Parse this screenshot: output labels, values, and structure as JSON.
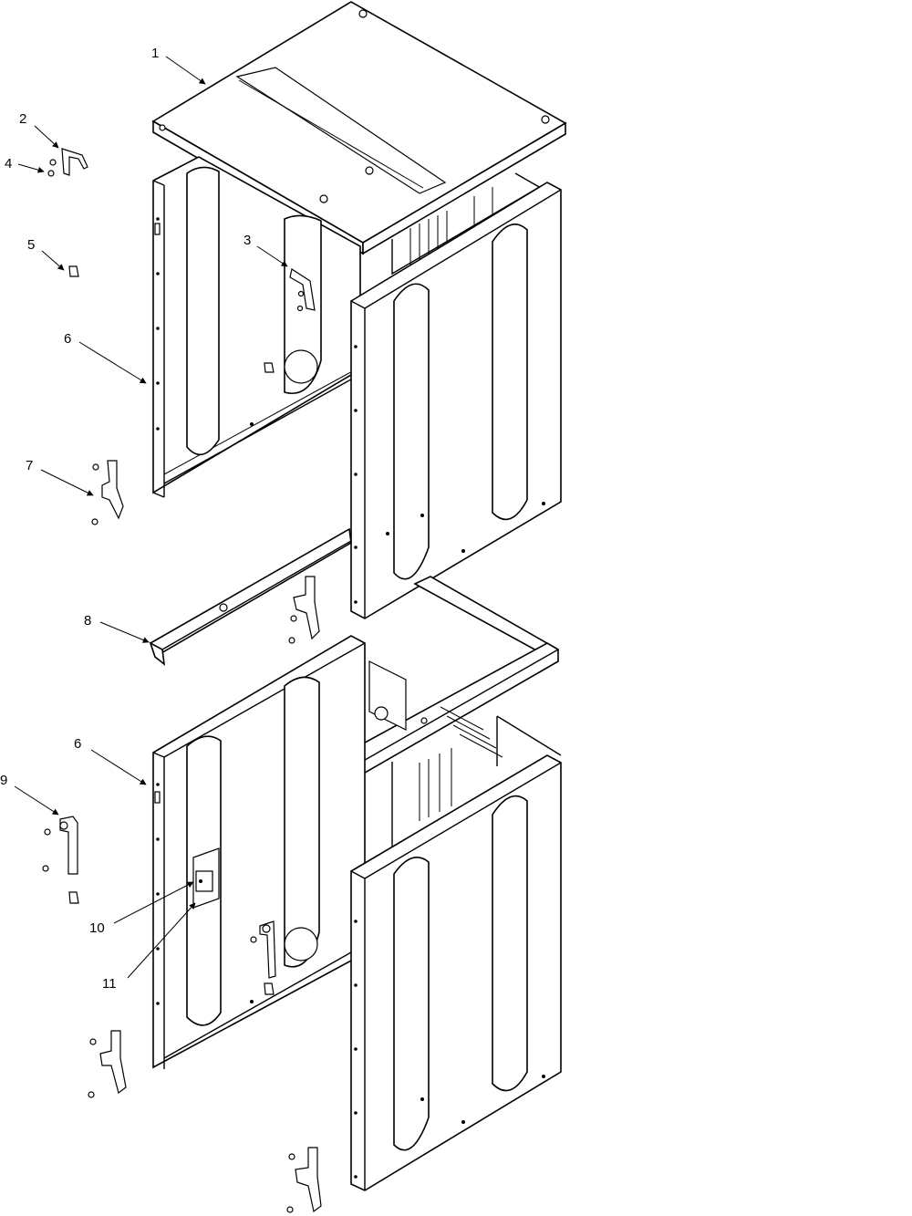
{
  "callouts": [
    {
      "id": "c1",
      "label": "1"
    },
    {
      "id": "c2",
      "label": "2"
    },
    {
      "id": "c3",
      "label": "3"
    },
    {
      "id": "c4",
      "label": "4"
    },
    {
      "id": "c5",
      "label": "5"
    },
    {
      "id": "c6a",
      "label": "6"
    },
    {
      "id": "c7",
      "label": "7"
    },
    {
      "id": "c8",
      "label": "8"
    },
    {
      "id": "c6b",
      "label": "6"
    },
    {
      "id": "c9",
      "label": "9"
    },
    {
      "id": "c10",
      "label": "10"
    },
    {
      "id": "c11",
      "label": "11"
    }
  ]
}
